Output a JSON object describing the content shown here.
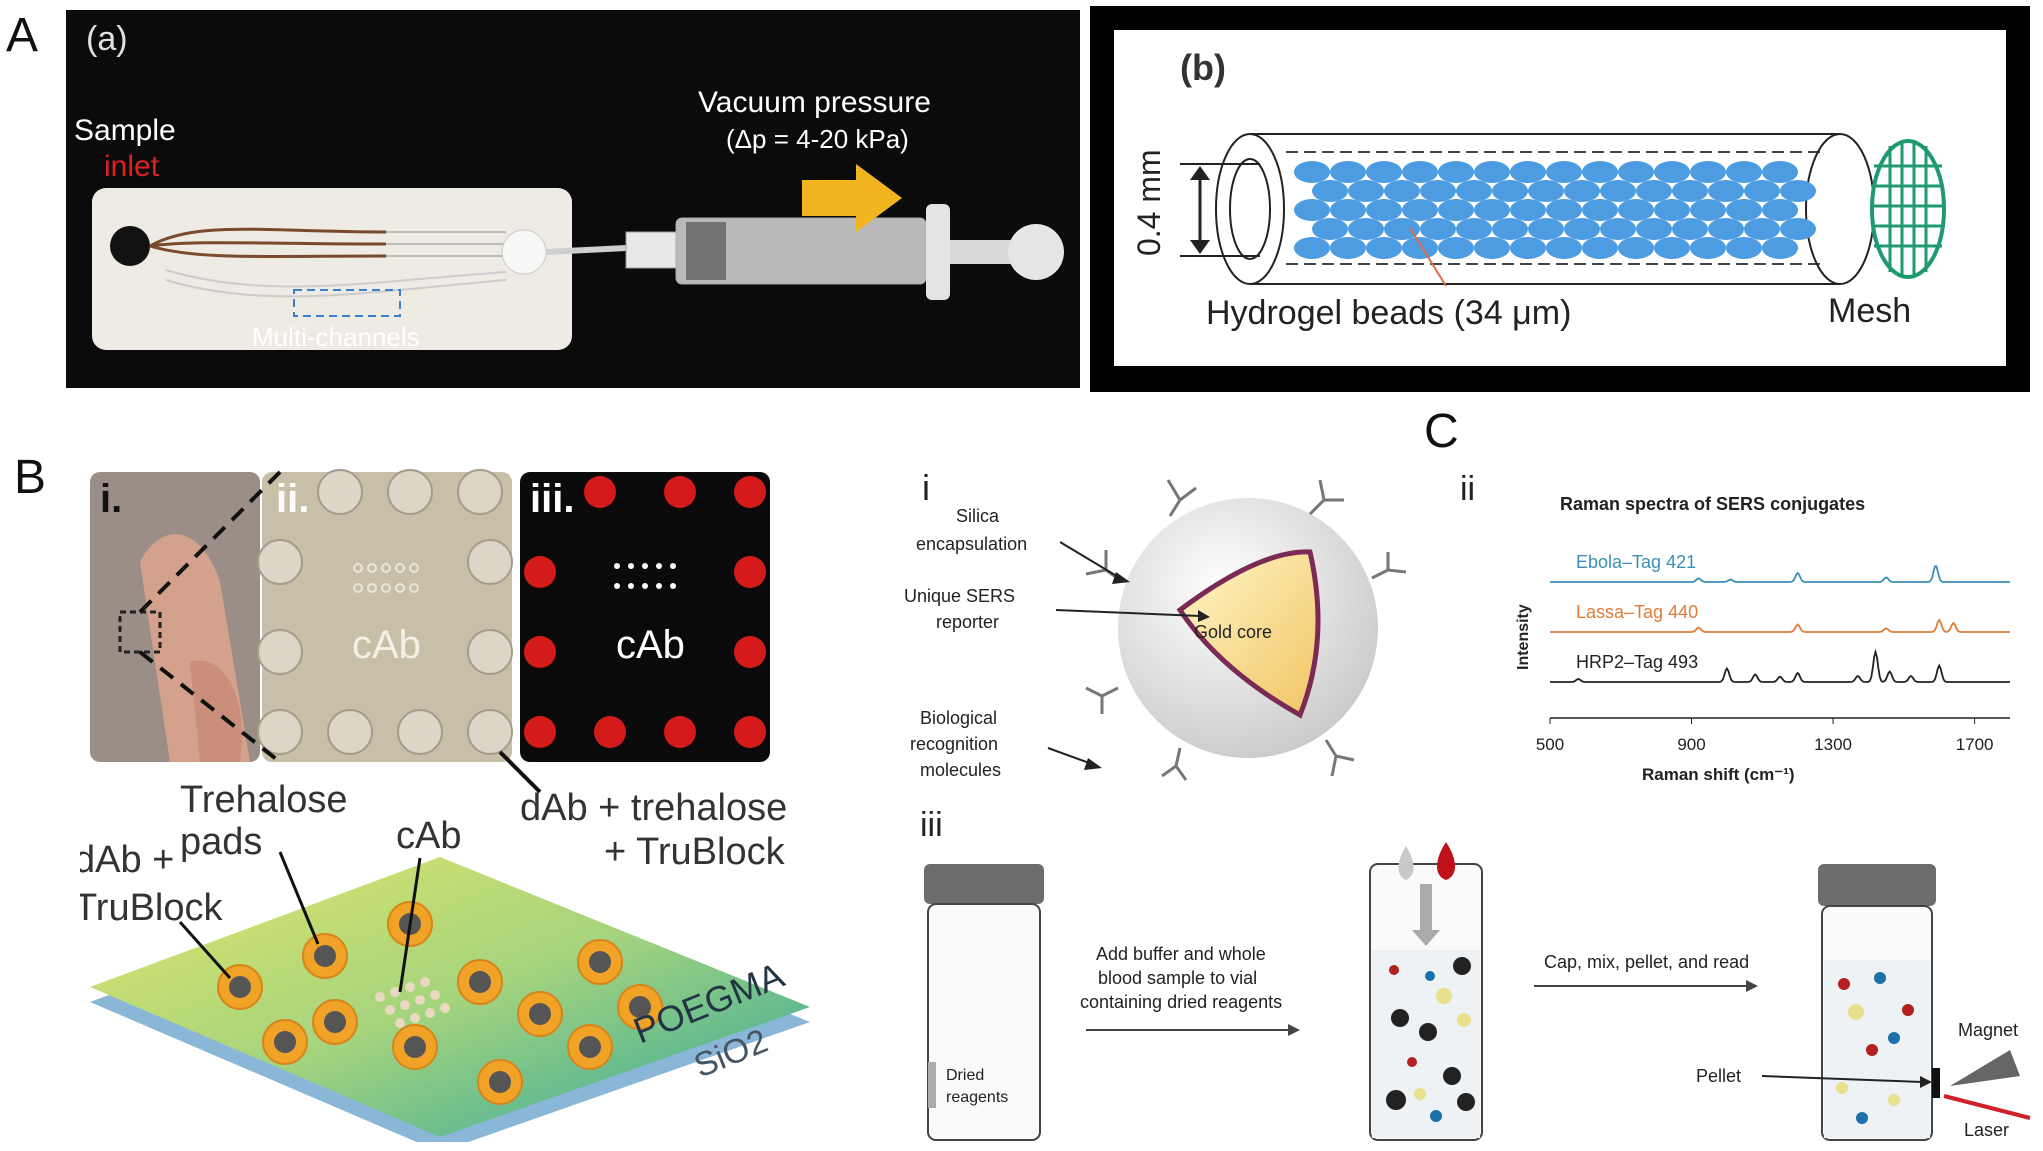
{
  "panels": {
    "A": {
      "letter": "A",
      "a": {
        "tag": "(a)",
        "sample_label": "Sample",
        "inlet_label": "inlet",
        "vacuum_label": "Vacuum pressure",
        "pressure_label": "(Δp = 4-20 kPa)",
        "multichannel_label": "Multi-channels"
      },
      "b": {
        "tag": "(b)",
        "dimension_label": "0.4 mm",
        "beads_label": "Hydrogel beads (34 μm)",
        "mesh_label": "Mesh"
      }
    },
    "B": {
      "letter": "B",
      "inset_labels": [
        "i.",
        "ii.",
        "iii."
      ],
      "cab_photo_label": "cAb",
      "cab_fluor_label": "cAb",
      "dab_trehalose_line1": "dAb + trehalose",
      "dab_trehalose_line2": "+ TruBlock",
      "trehalose_line1": "Trehalose",
      "trehalose_line2": "pads",
      "cab_label": "cAb",
      "dab_line1": "dAb +",
      "dab_line2": "TruBlock",
      "poegma_label": "POEGMA",
      "sio2_label": "SiO2"
    },
    "C": {
      "letter": "C",
      "i": {
        "numeral": "i",
        "silica_line1": "Silica",
        "silica_line2": "encapsulation",
        "sers_line1": "Unique SERS",
        "sers_line2": "reporter",
        "gold_core_label": "Gold core",
        "bio_line1": "Biological",
        "bio_line2": "recognition",
        "bio_line3": "molecules"
      },
      "ii": {
        "numeral": "ii"
      },
      "iii": {
        "numeral": "iii",
        "dried_line1": "Dried",
        "dried_line2": "reagents",
        "step1_line1": "Add buffer and whole",
        "step1_line2": "blood sample to vial",
        "step1_line3": "containing dried reagents",
        "step2_label": "Cap, mix, pellet, and read",
        "pellet_label": "Pellet",
        "magnet_label": "Magnet",
        "laser_label": "Laser"
      }
    }
  },
  "chart_data": {
    "type": "line",
    "title": "Raman spectra of SERS conjugates",
    "xlabel": "Raman shift (cm⁻¹)",
    "ylabel": "Intensity",
    "xlim": [
      500,
      1800
    ],
    "xticks": [
      500,
      900,
      1300,
      1700
    ],
    "yticks_shown": false,
    "grid": false,
    "legend": "inline labels above each trace",
    "series": [
      {
        "name": "Ebola–Tag 421",
        "color": "#3a8fb7",
        "peaks": [
          [
            920,
            0.12
          ],
          [
            1010,
            0.08
          ],
          [
            1200,
            0.3
          ],
          [
            1450,
            0.15
          ],
          [
            1590,
            0.55
          ]
        ]
      },
      {
        "name": "Lassa–Tag 440",
        "color": "#e07b39",
        "peaks": [
          [
            920,
            0.15
          ],
          [
            1200,
            0.25
          ],
          [
            1450,
            0.12
          ],
          [
            1600,
            0.4
          ],
          [
            1640,
            0.3
          ]
        ]
      },
      {
        "name": "HRP2–Tag 493",
        "color": "#222222",
        "peaks": [
          [
            580,
            0.1
          ],
          [
            1000,
            0.45
          ],
          [
            1080,
            0.25
          ],
          [
            1150,
            0.18
          ],
          [
            1200,
            0.3
          ],
          [
            1370,
            0.2
          ],
          [
            1420,
            1.0
          ],
          [
            1460,
            0.35
          ],
          [
            1520,
            0.2
          ],
          [
            1600,
            0.55
          ]
        ]
      }
    ]
  }
}
